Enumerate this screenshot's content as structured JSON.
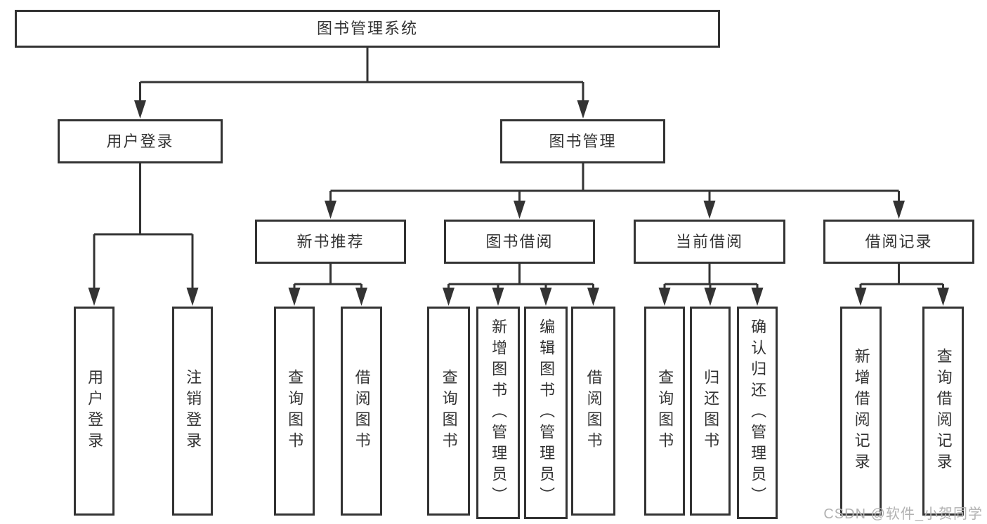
{
  "tree": {
    "root": {
      "label": "图书管理系统",
      "children": [
        {
          "label": "用户登录",
          "children": [
            {
              "label": "用户登录"
            },
            {
              "label": "注销登录"
            }
          ]
        },
        {
          "label": "图书管理",
          "children": [
            {
              "label": "新书推荐",
              "children": [
                {
                  "label": "查询图书"
                },
                {
                  "label": "借阅图书"
                }
              ]
            },
            {
              "label": "图书借阅",
              "children": [
                {
                  "label": "查询图书"
                },
                {
                  "label": "新增图书（管理员）"
                },
                {
                  "label": "编辑图书（管理员）"
                },
                {
                  "label": "借阅图书"
                }
              ]
            },
            {
              "label": "当前借阅",
              "children": [
                {
                  "label": "查询图书"
                },
                {
                  "label": "归还图书"
                },
                {
                  "label": "确认归还（管理员）"
                }
              ]
            },
            {
              "label": "借阅记录",
              "children": [
                {
                  "label": "新增借阅记录"
                },
                {
                  "label": "查询借阅记录"
                }
              ]
            }
          ]
        }
      ]
    }
  },
  "watermark": "CSDN @软件_小贺同学",
  "colors": {
    "line": "#333333",
    "text": "#333333",
    "background": "#ffffff",
    "watermark": "#b2b2b2"
  }
}
